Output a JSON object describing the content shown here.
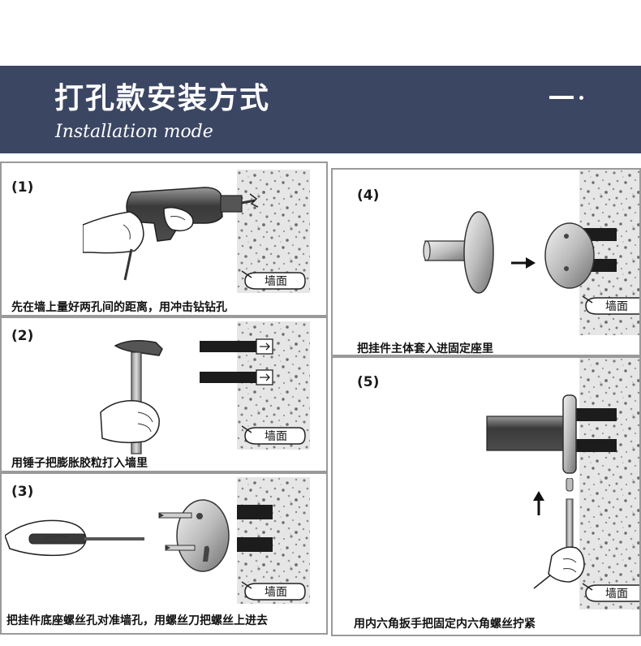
{
  "header": {
    "title": "打孔款安装方式",
    "subtitle": "Installation mode",
    "mark": "一."
  },
  "wall_label": "墙面",
  "steps": [
    {
      "num": "(1)",
      "caption": "先在墙上量好两孔间的距离，用冲击钻钻孔"
    },
    {
      "num": "(2)",
      "caption": "用锤子把膨胀胶粒打入墙里"
    },
    {
      "num": "(3)",
      "caption": "把挂件底座螺丝孔对准墙孔，用螺丝刀把螺丝上进去"
    },
    {
      "num": "(4)",
      "caption": "把挂件主体套入进固定座里"
    },
    {
      "num": "(5)",
      "caption": "用内六角扳手把固定内六角螺丝拧紧"
    }
  ],
  "colors": {
    "banner": "#3b4663",
    "panel_border": "#9a9a9a",
    "wall": "#d7d7d7"
  }
}
